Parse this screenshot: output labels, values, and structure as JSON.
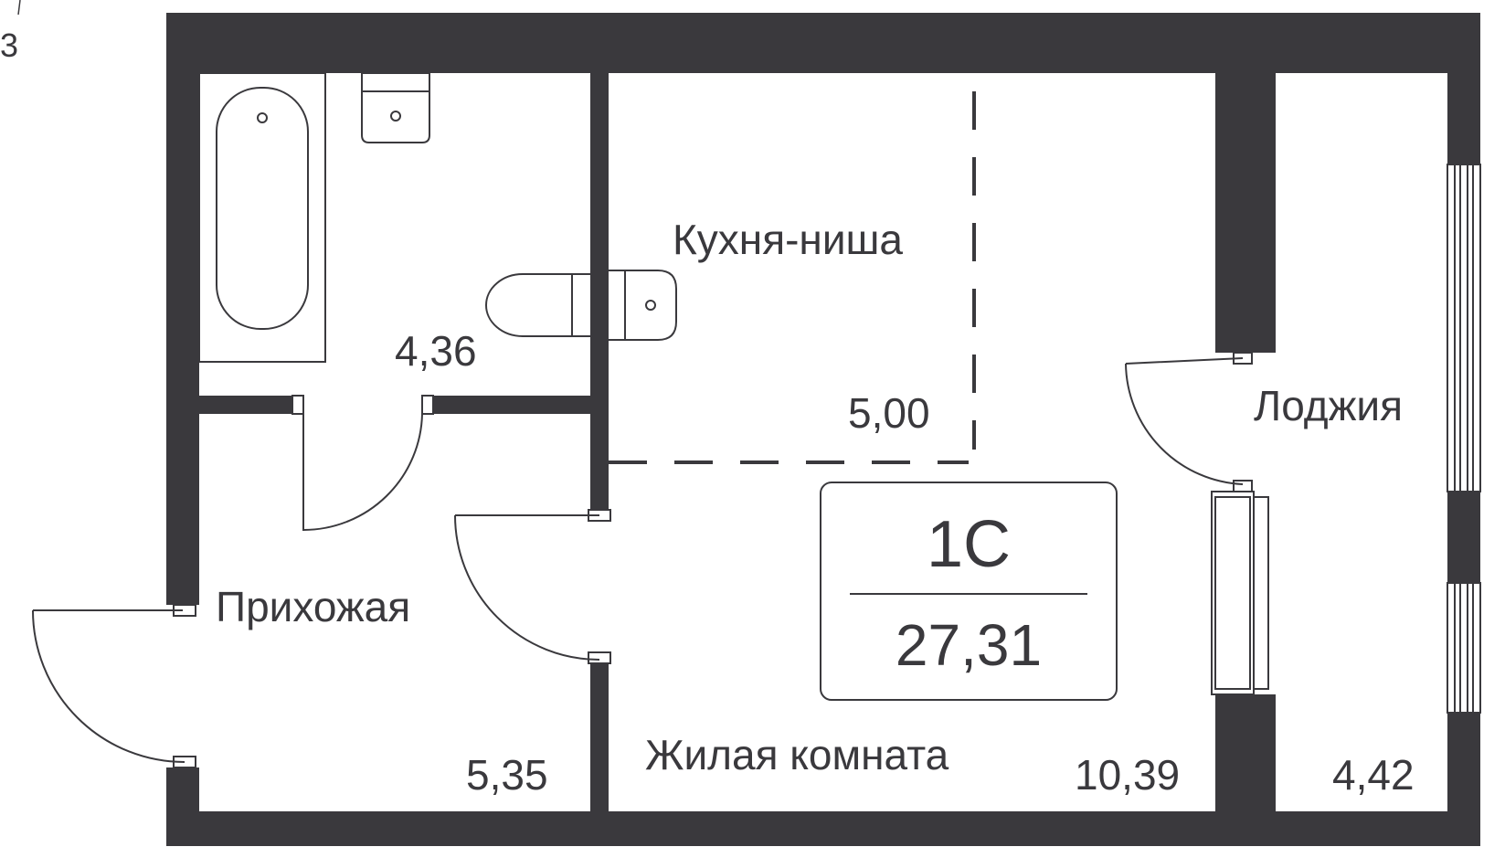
{
  "corner_mark": "3",
  "rooms": {
    "bathroom": {
      "area": "4,36"
    },
    "kitchen": {
      "name": "Кухня-ниша",
      "area": "5,00"
    },
    "hallway": {
      "name": "Прихожая",
      "area": "5,35"
    },
    "living": {
      "name": "Жилая комната",
      "area": "10,39"
    },
    "loggia": {
      "name": "Лоджия",
      "area": "4,42"
    }
  },
  "badge": {
    "type": "1С",
    "total_area": "27,31"
  },
  "colors": {
    "wall": "#3a393d",
    "background": "#ffffff"
  }
}
